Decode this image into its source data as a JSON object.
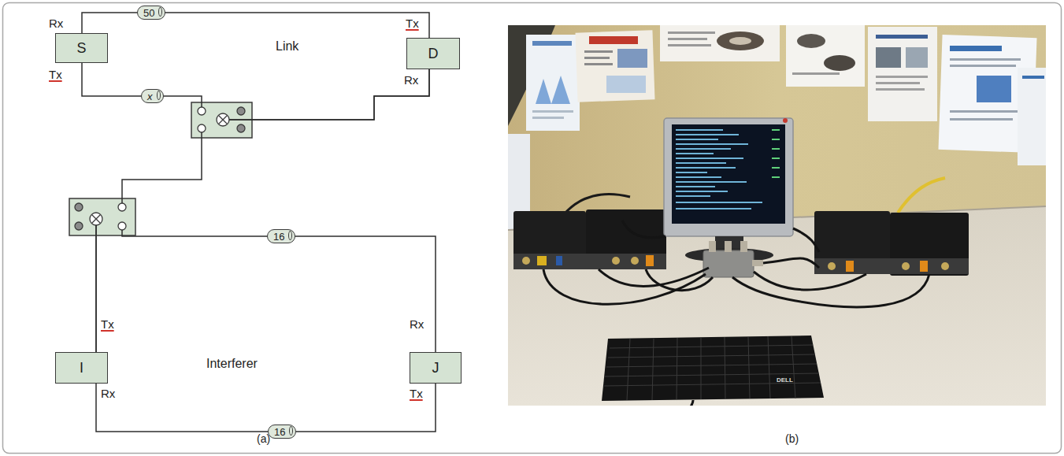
{
  "diagram": {
    "nodes": [
      {
        "text": [
          "S"
        ]
      },
      {
        "text": [
          "D"
        ]
      },
      {
        "text": [
          "I"
        ]
      },
      {
        "text": [
          "J"
        ]
      }
    ],
    "edges": [
      {
        "from": 1,
        "to": 0,
        "label": "50",
        "arrow": "none"
      },
      {
        "from": 0,
        "to": 1,
        "label": "x",
        "arrow": "none"
      },
      {
        "from": 2,
        "to": 1,
        "arrow": "none"
      },
      {
        "from": 2,
        "to": 3,
        "label": "16",
        "arrow": "none"
      },
      {
        "from": 3,
        "to": 2,
        "label": "16",
        "arrow": "none"
      }
    ],
    "labels": [
      "Rx",
      "Tx",
      "Tx",
      "Rx",
      "Link",
      "Tx",
      "Rx",
      "Rx",
      "Tx",
      "Interferer",
      "(a)",
      "(b)",
      "DELL"
    ]
  }
}
